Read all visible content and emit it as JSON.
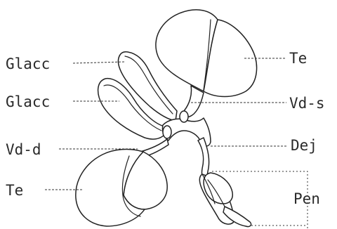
{
  "labels": {
    "glacc_top": "Glacc",
    "glacc_mid": "Glacc",
    "vd_d": "Vd-d",
    "te_left": "Te",
    "te_right": "Te",
    "vd_s": "Vd-s",
    "dej": "Dej",
    "pen": "Pen"
  }
}
